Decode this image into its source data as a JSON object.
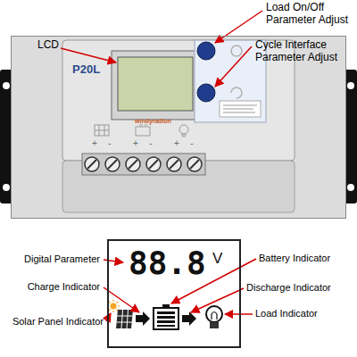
{
  "diagram": {
    "nodes": [
      {
        "text": [
          "P20L",
          "windynation"
        ]
      },
      {
        "text": [
          "88.8",
          "V"
        ]
      }
    ],
    "labels": [
      "LCD",
      "Load On/Off Parameter Adjust",
      "Cycle Interface Parameter Adjust",
      "+",
      "-",
      "+",
      "-",
      "+",
      "-",
      "Digital Parameter",
      "Battery Indicator",
      "Charge Indicator",
      "Discharge Indicator",
      "Solar Panel Indicator",
      "Load Indicator"
    ]
  }
}
